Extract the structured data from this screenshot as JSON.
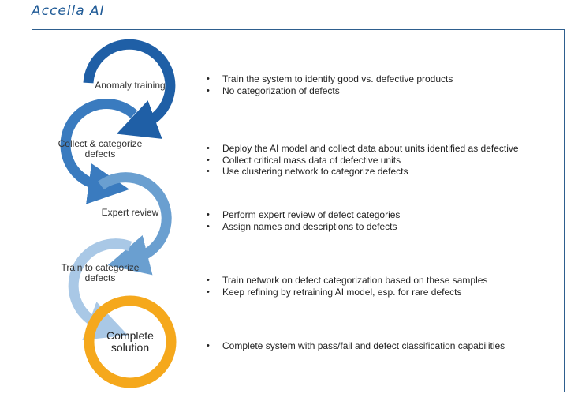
{
  "brand": {
    "logo_text": "Accella AI"
  },
  "steps": [
    {
      "label": "Anomaly training",
      "color": "#1f5fa6",
      "bullets": [
        "Train the system to identify good vs. defective products",
        "No categorization of defects"
      ]
    },
    {
      "label": "Collect & categorize defects",
      "color": "#3a7bbf",
      "bullets": [
        "Deploy the AI model and collect data about units identified as defective",
        "Collect critical mass data of defective units",
        "Use clustering network to categorize defects"
      ]
    },
    {
      "label": "Expert review",
      "color": "#6a9fd0",
      "bullets": [
        "Perform expert review of defect categories",
        "Assign names and descriptions to defects"
      ]
    },
    {
      "label": "Train to categorize defects",
      "color": "#a9c8e6",
      "bullets": [
        "Train network on defect categorization based on these samples",
        "Keep refining by retraining AI model, esp. for rare defects"
      ]
    },
    {
      "label": "Complete solution",
      "color": "#f5a81c",
      "bullets": [
        "Complete system with pass/fail and defect classification capabilities"
      ]
    }
  ]
}
